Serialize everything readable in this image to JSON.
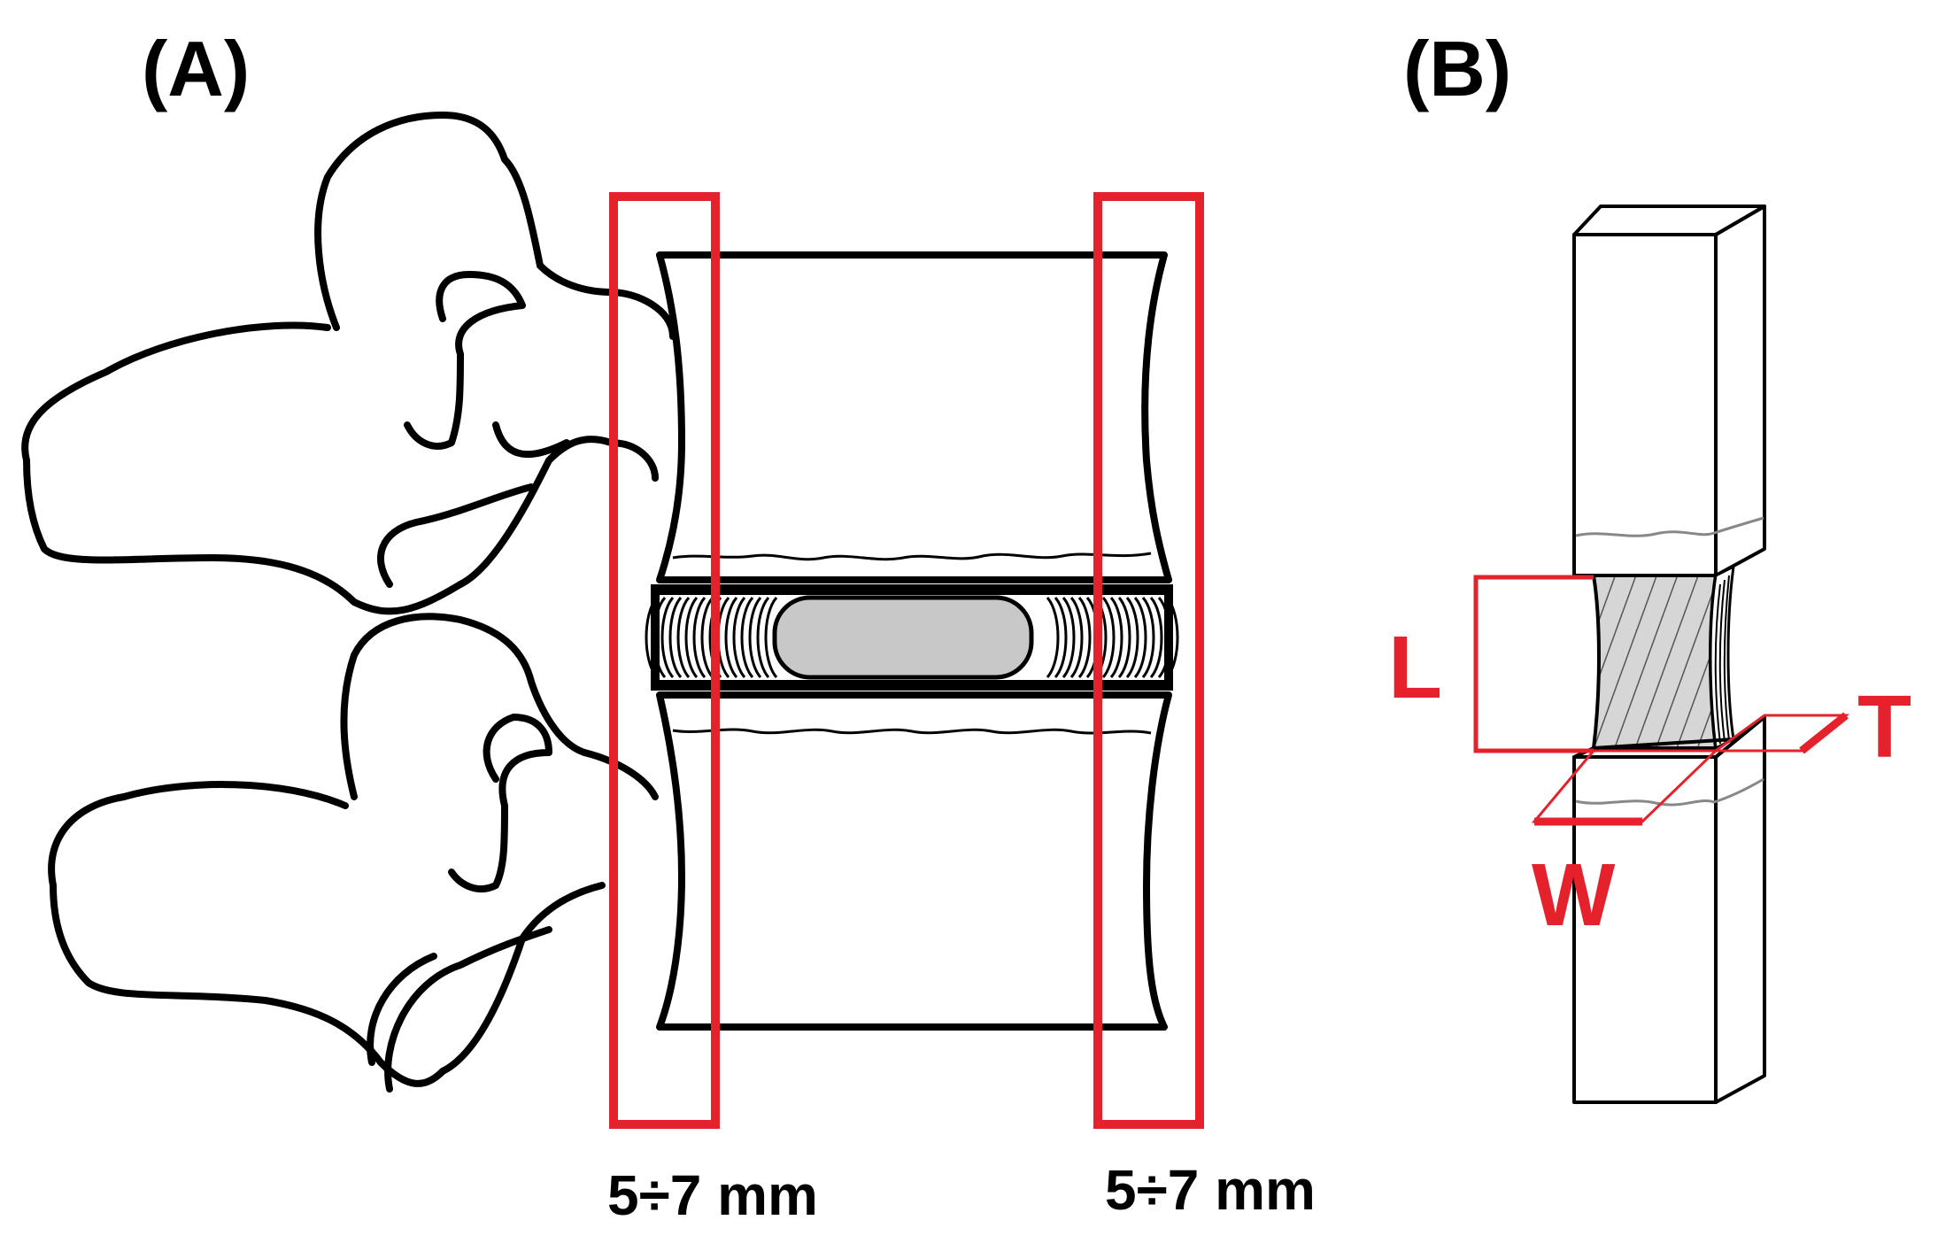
{
  "panels": {
    "a": {
      "label": "(A)",
      "width_left": "5÷7 mm",
      "width_right": "5÷7 mm"
    },
    "b": {
      "label": "(B)",
      "dim_length": "L",
      "dim_thickness": "T",
      "dim_width": "W"
    }
  },
  "colors": {
    "highlight": "#e5212b",
    "nucleus_fill": "#c8c8c8",
    "specimen_fill": "#d6d6d6",
    "outline": "#000000"
  }
}
